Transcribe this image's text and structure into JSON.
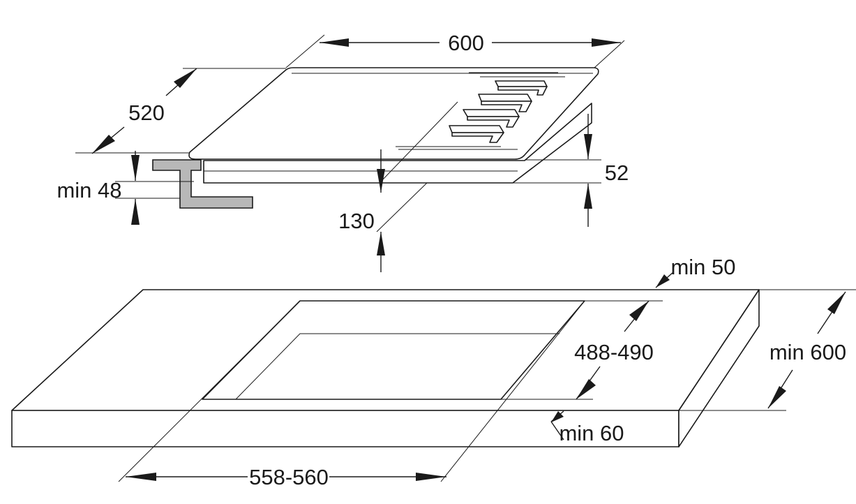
{
  "dimensions": {
    "hob_width": "600",
    "hob_depth": "520",
    "hob_height": "52",
    "under_clearance": "130",
    "min_worktop_thickness": "min 48",
    "back_distance": "min 50",
    "cutout_depth": "488-490",
    "worktop_depth": "min 600",
    "front_distance": "min 60",
    "cutout_width": "558-560"
  },
  "colors": {
    "line": "#1a1a1a",
    "bracket_fill": "#b8b8b8",
    "background": "#ffffff"
  }
}
